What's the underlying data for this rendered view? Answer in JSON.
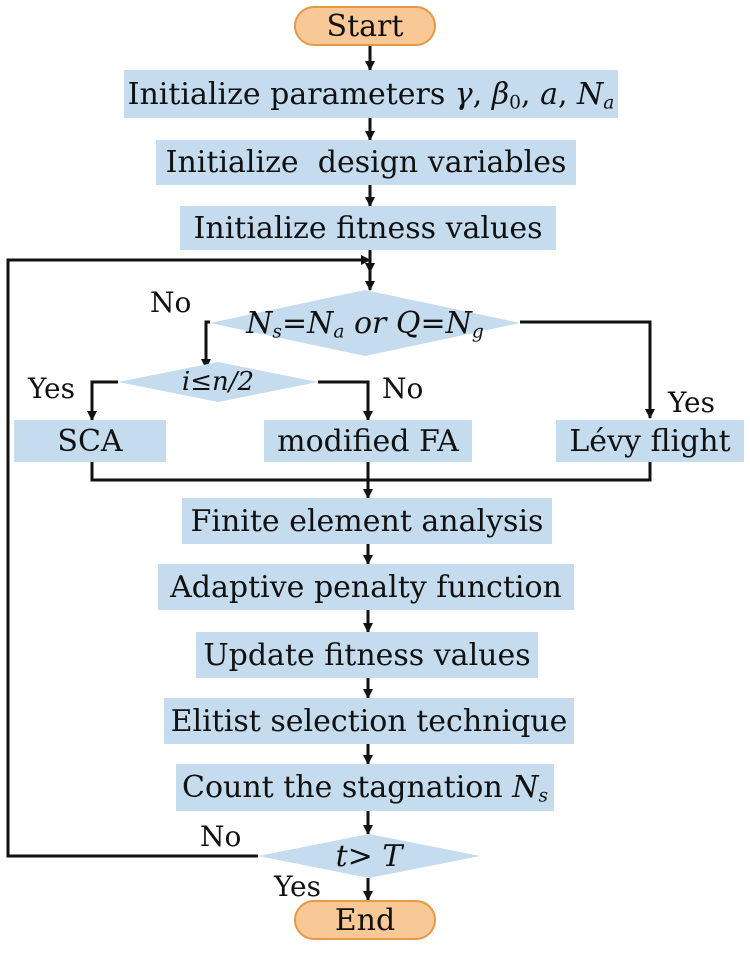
{
  "nodes": {
    "start": "Start",
    "init_params_prefix": "Initialize parameters",
    "init_params_gamma": "γ",
    "init_params_beta": "β",
    "init_params_beta_sub": "0",
    "init_params_a": "a",
    "init_params_n": "N",
    "init_params_n_sub": "a",
    "init_design": "Initialize  design variables",
    "init_fitness": "Initialize fitness values",
    "stag_ns": "N",
    "stag_ns_sub": "s",
    "stag_eq": "=",
    "stag_na": "N",
    "stag_na_sub": "a",
    "stag_or": " or ",
    "stag_q": "Q",
    "stag_eq2": "=",
    "stag_ng": "N",
    "stag_ng_sub": "g",
    "half_cond": "i≤n/2",
    "sca": "SCA",
    "modified_fa": "modified FA",
    "levy_flight": "Lévy flight",
    "fea": "Finite element analysis",
    "penalty": "Adaptive penalty function",
    "update_fitness": "Update fitness values",
    "elitist": "Elitist selection technique",
    "count_prefix": "Count the stagnation ",
    "count_n": "N",
    "count_n_sub": "s",
    "iter_cond": "t> T",
    "end": "End"
  },
  "edge_labels": {
    "stag_no": "No",
    "stag_yes": "Yes",
    "half_yes": "Yes",
    "half_no": "No",
    "iter_no": "No",
    "iter_yes": "Yes"
  },
  "colors": {
    "process_fill": "#c5dcee",
    "terminal_fill": "#f8c896",
    "terminal_border": "#e49a44",
    "line": "#111111"
  }
}
